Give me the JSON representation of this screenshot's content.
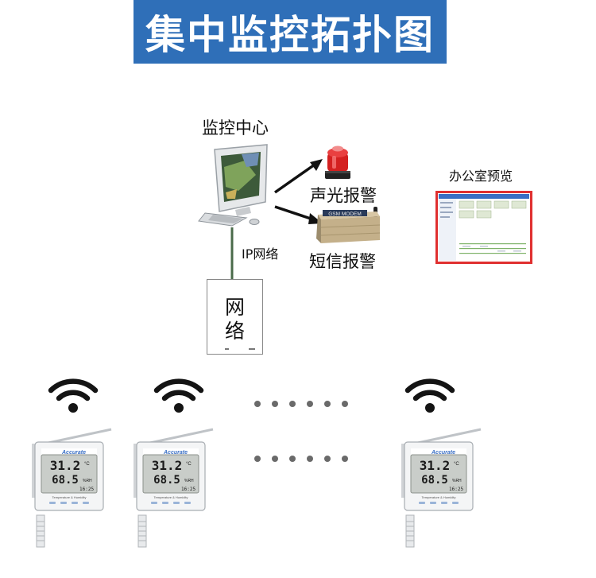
{
  "title": "集中监控拓扑图",
  "nodes": {
    "monitor_center": "监控中心",
    "sound_light_alarm": "声光报警",
    "sms_alarm": "短信报警",
    "office_preview": "办公室预览",
    "network_link": "IP网络",
    "network_box": [
      "网",
      "络"
    ]
  },
  "modem_label": "GSM MODEM",
  "sensor": {
    "brand": "Accurate",
    "temperature": "31.2",
    "temp_unit": "°C",
    "humidity": "68.5",
    "hum_unit": "%RH",
    "extra": "16:25",
    "caption": "Temperature & Humidity"
  },
  "colors": {
    "banner": "#2f6fb8",
    "link_line": "#4a6b4a",
    "alarm_red": "#d42020",
    "preview_border": "#e03030",
    "wifi": "#141414"
  }
}
